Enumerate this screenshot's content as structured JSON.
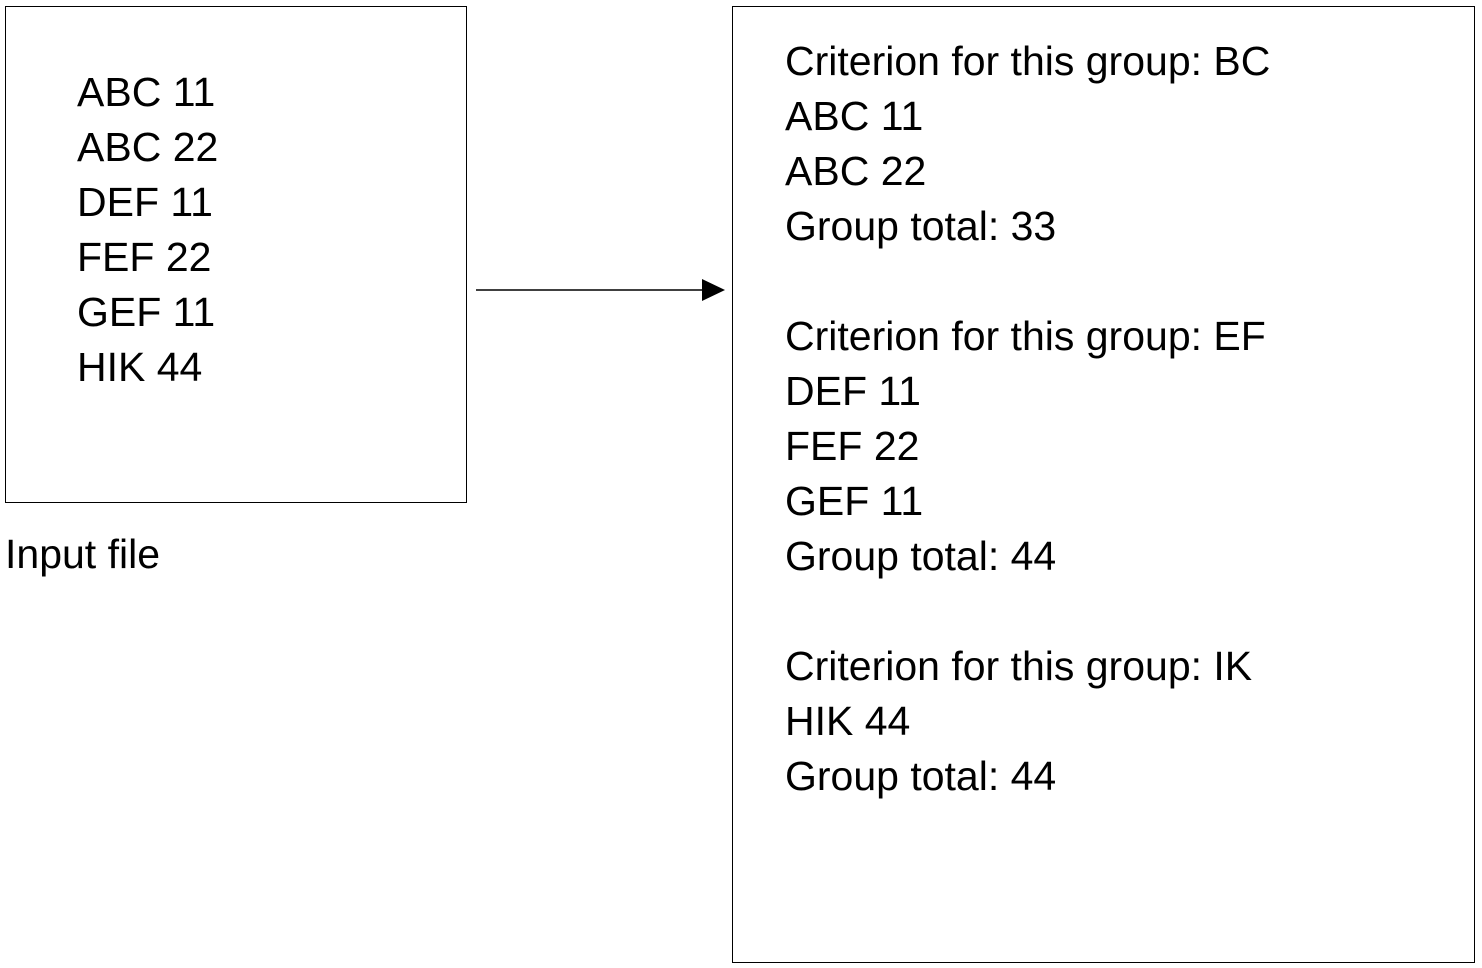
{
  "input": {
    "label": "Input file",
    "lines": [
      "ABC 11",
      "ABC 22",
      "DEF 11",
      "FEF 22",
      "GEF 11",
      "HIK 44"
    ]
  },
  "output": {
    "groups": [
      {
        "criterion": "Criterion for this group: BC",
        "lines": [
          "ABC 11",
          "ABC 22"
        ],
        "total": "Group total: 33"
      },
      {
        "criterion": "Criterion for this group: EF",
        "lines": [
          "DEF 11",
          "FEF 22",
          "GEF 11"
        ],
        "total": "Group total: 44"
      },
      {
        "criterion": "Criterion for this group: IK",
        "lines": [
          "HIK 44"
        ],
        "total": "Group total: 44"
      }
    ]
  }
}
